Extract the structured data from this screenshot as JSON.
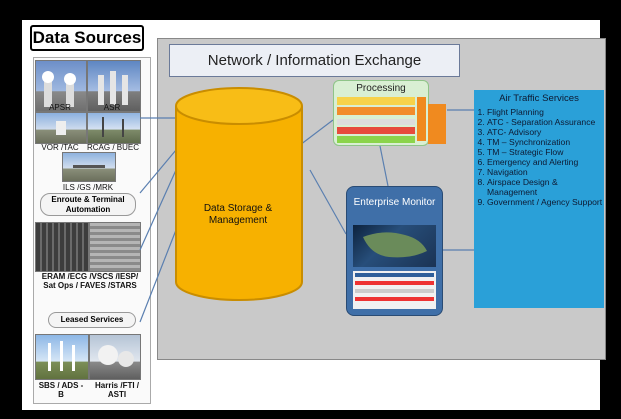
{
  "title": "Data Sources",
  "network_label": "Network / Information Exchange",
  "sources": {
    "apsr": "APSR",
    "asr": "ASR",
    "vortac": "VOR /TAC",
    "rcag": "RCAG / BUEC",
    "ils": "ILS /GS /MRK",
    "enroute": "Enroute  & Terminal Automation",
    "eram": "ERAM /ECG /VSCS /IESP/ Sat Ops / FAVES /STARS",
    "leased": "Leased Services",
    "sbs": "SBS / ADS - B",
    "harris": "Harris /FTI / ASTI"
  },
  "storage_label": "Data Storage & Management",
  "processing_label": "Processing",
  "enterprise_label": "Enterprise Monitor",
  "ats": {
    "title": "Air Traffic Services",
    "items": [
      "Flight Planning",
      "ATC - Separation Assurance",
      "ATC- Advisory",
      "TM – Synchronization",
      "TM – Strategic Flow",
      "Emergency and Alerting",
      "Navigation",
      "Airspace Design & Management",
      "Government / Agency Support"
    ]
  },
  "colors": {
    "storage": "#f7b100",
    "ats": "#2aa0d8",
    "processing": "#d9efd3",
    "enterprise": "#3f6fa8",
    "panel": "#c9c9c9"
  }
}
